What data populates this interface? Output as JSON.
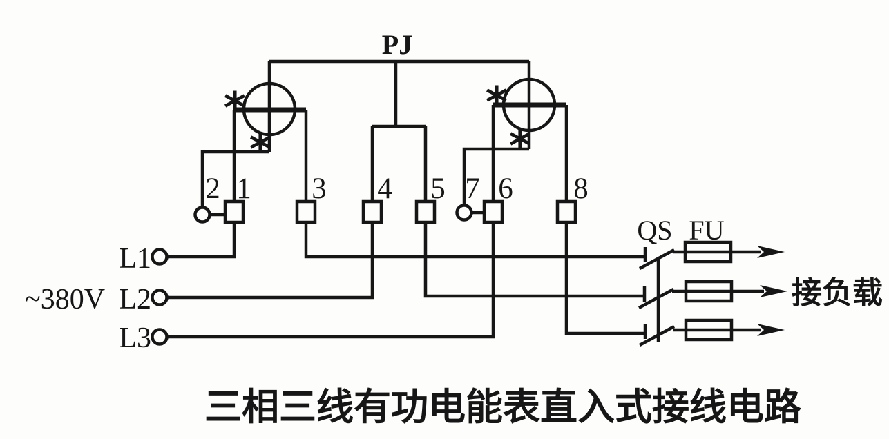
{
  "colors": {
    "ink": "#161616",
    "paper": "#fdfdfc"
  },
  "diagram": {
    "meter_label": "PJ",
    "polarity_mark": "*",
    "terminal_labels": [
      "2",
      "1",
      "3",
      "4",
      "5",
      "7",
      "6",
      "8"
    ],
    "source": {
      "voltage": "~380V",
      "phases": [
        "L1",
        "L2",
        "L3"
      ]
    },
    "switch_label": "QS",
    "fuse_label": "FU",
    "load_label": "接负载",
    "title": "三相三线有功电能表直入式接线电路"
  }
}
